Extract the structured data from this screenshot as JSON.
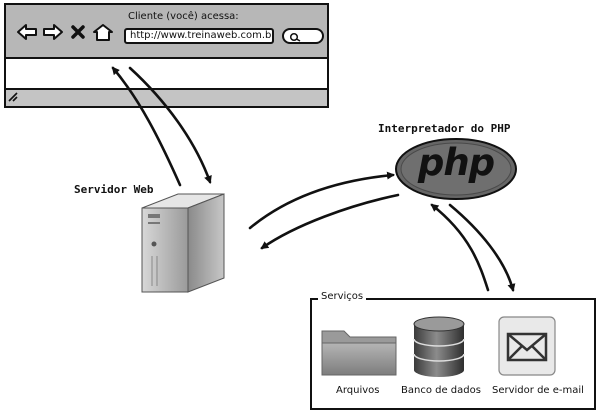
{
  "browser": {
    "caption": "Cliente (você) acessa:",
    "url": "http://www.treinaweb.com.br",
    "nav_icons": [
      "back-arrow-icon",
      "forward-arrow-icon",
      "stop-icon",
      "home-icon"
    ]
  },
  "nodes": {
    "web_server": "Servidor Web",
    "php_interpreter": "Interpretador do PHP",
    "php_logo_text": "php"
  },
  "services": {
    "title": "Serviços",
    "items": [
      {
        "label": "Arquivos",
        "icon": "folder-icon"
      },
      {
        "label": "Banco de dados",
        "icon": "database-icon"
      },
      {
        "label": "Servidor de e-mail",
        "icon": "mail-icon"
      }
    ]
  }
}
